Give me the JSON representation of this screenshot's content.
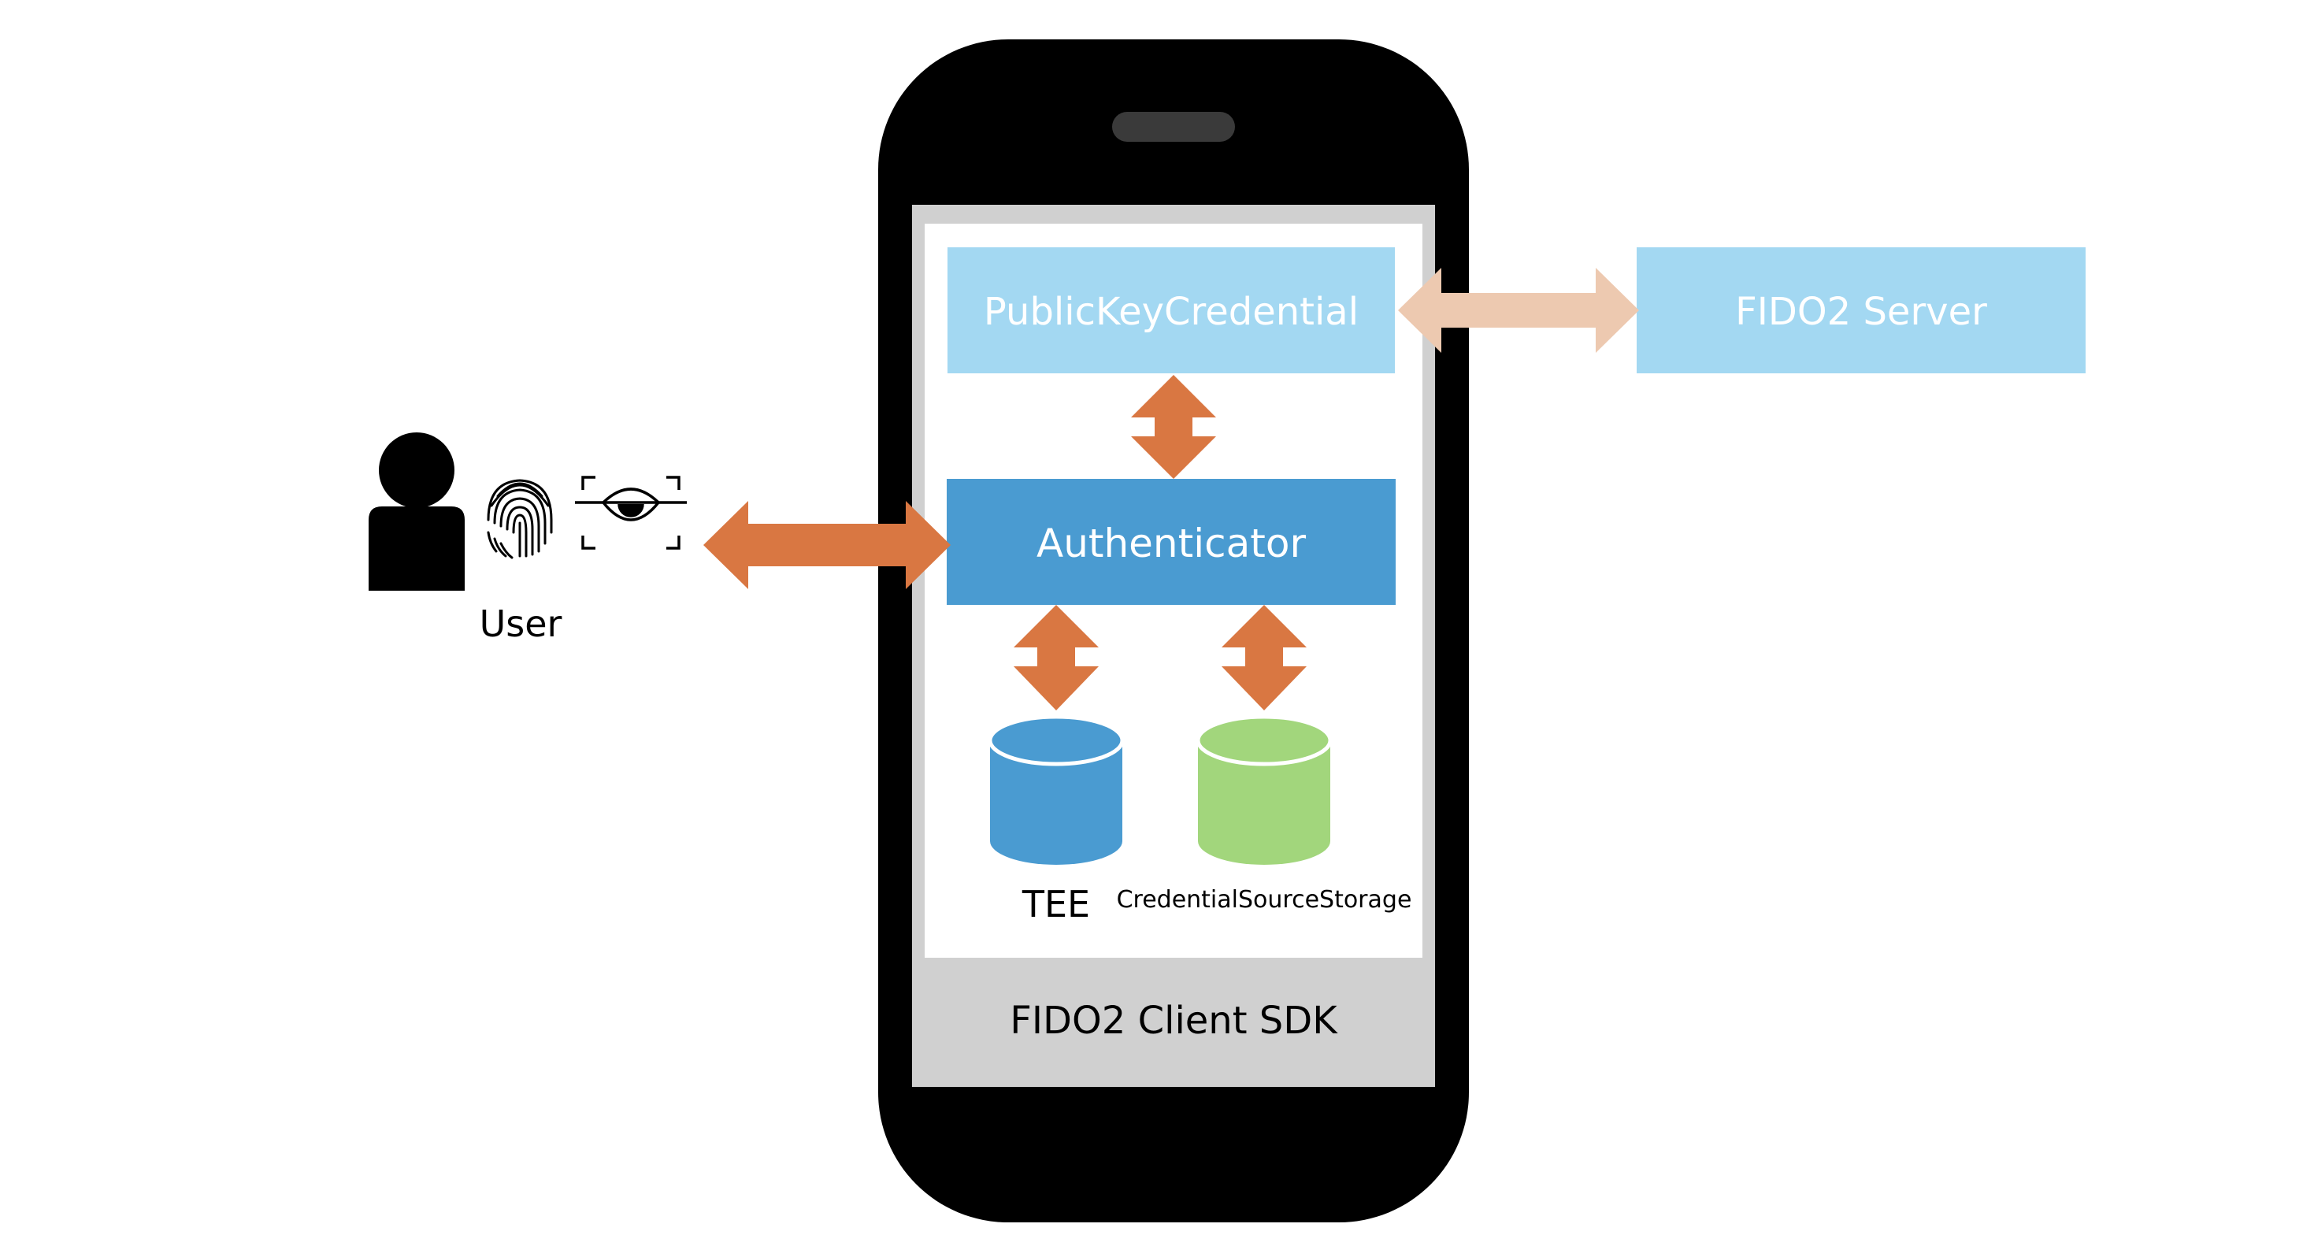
{
  "diagram": {
    "nodes": {
      "public_key_credential": "PublicKeyCredential",
      "fido2_server": "FIDO2 Server",
      "authenticator": "Authenticator",
      "tee": "TEE",
      "credential_source_storage": "CredentialSourceStorage",
      "client_sdk": "FIDO2 Client SDK",
      "user": "User"
    },
    "icons": [
      "user-icon",
      "fingerprint-icon",
      "eye-scan-icon",
      "smartphone-icon",
      "database-icon"
    ],
    "colors": {
      "light_blue_box": "#A3D8F2",
      "blue_box": "#4A9BD1",
      "arrow_orange": "#D97742",
      "arrow_light": "#EDC9B0",
      "tee_db": "#4A9BD1",
      "storage_db": "#A2D67C",
      "sdk_gray": "#D0D0D0",
      "phone_black": "#000000"
    }
  }
}
